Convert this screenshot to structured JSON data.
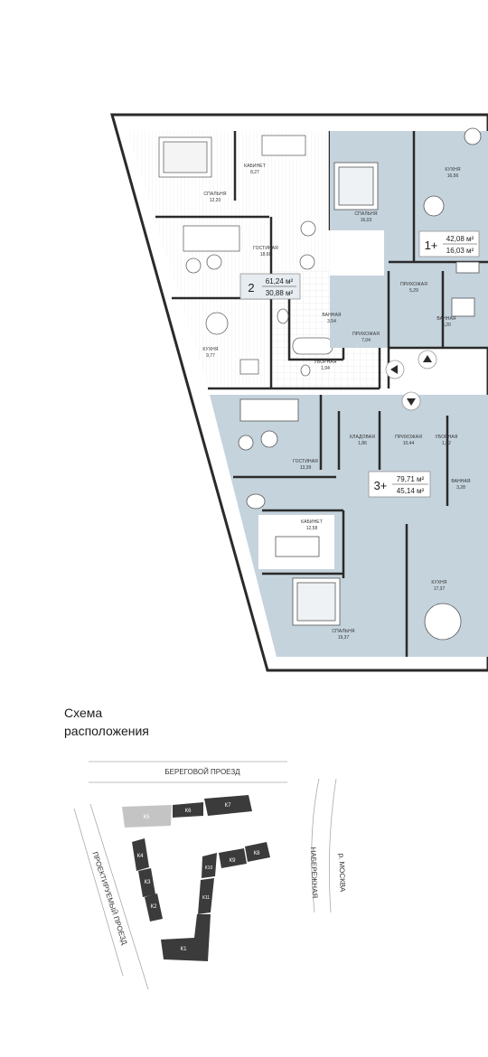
{
  "plan": {
    "apartments": [
      {
        "rooms": "2",
        "total_area": "61,24 м²",
        "living_area": "30,88 м²"
      },
      {
        "rooms": "1+",
        "total_area": "42,08 м²",
        "living_area": "16,03 м²"
      },
      {
        "rooms": "3+",
        "total_area": "79,71 м²",
        "living_area": "45,14 м²"
      }
    ],
    "rooms": [
      {
        "name": "КАБИНЕТ",
        "area": "8,27"
      },
      {
        "name": "СПАЛЬНЯ",
        "area": "12,20"
      },
      {
        "name": "ГОСТИНАЯ",
        "area": "18,68"
      },
      {
        "name": "КУХНЯ",
        "area": "9,77"
      },
      {
        "name": "ВАННАЯ",
        "area": "3,54"
      },
      {
        "name": "ПРИХОЖАЯ",
        "area": "7,04"
      },
      {
        "name": "УБОРНАЯ",
        "area": "1,94"
      },
      {
        "name": "СПАЛЬНЯ",
        "area": "16,03"
      },
      {
        "name": "КУХНЯ",
        "area": "16,56"
      },
      {
        "name": "ПРИХОЖАЯ",
        "area": "5,29"
      },
      {
        "name": "ВАННАЯ",
        "area": "4,20"
      },
      {
        "name": "ГОСТИНАЯ",
        "area": "13,39"
      },
      {
        "name": "КЛАДОВАЯ",
        "area": "1,86"
      },
      {
        "name": "ПРИХОЖАЯ",
        "area": "10,44"
      },
      {
        "name": "УБОРНАЯ",
        "area": "1,82"
      },
      {
        "name": "ВАННАЯ",
        "area": "3,28"
      },
      {
        "name": "КАБИНЕТ",
        "area": "12,58"
      },
      {
        "name": "КУХНЯ",
        "area": "17,37"
      },
      {
        "name": "СПАЛЬНЯ",
        "area": "19,37"
      }
    ]
  },
  "location": {
    "title_line1": "Схема",
    "title_line2": "расположения",
    "streets": {
      "beregovoy": "БЕРЕГОВОЙ ПРОЕЗД",
      "proektiruemy": "ПРОЕКТИРУЕМЫЙ ПРОЕЗД",
      "naberezhnaya": "НАБЕРЕЖНАЯ",
      "river": "р. МОСКВА"
    },
    "buildings": [
      "К1",
      "К2",
      "К3",
      "К4",
      "К5",
      "К6",
      "К7",
      "К8",
      "К9",
      "К10",
      "К11"
    ],
    "colors": {
      "blue_apartment": "#c5d3dd",
      "building": "#3b3b3b",
      "highlight": "#c4c4c4"
    }
  }
}
